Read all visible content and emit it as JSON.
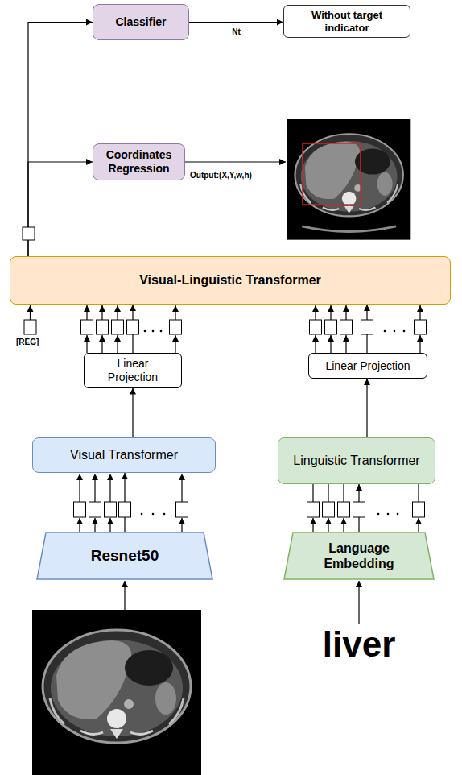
{
  "diagram": {
    "nodes": [
      {
        "text": [
          "Classifier"
        ]
      },
      {
        "text": [
          "Without target indicator"
        ]
      },
      {
        "text": [
          "Coordinates Regression"
        ]
      },
      {
        "text": [
          "Visual-Linguistic Transformer"
        ]
      },
      {
        "text": [
          "Linear Projection"
        ]
      },
      {
        "text": [
          "Linear Projection"
        ]
      },
      {
        "text": [
          "Visual Transformer"
        ]
      },
      {
        "text": [
          "Linguistic Transformer"
        ]
      },
      {
        "text": [
          "Resnet50"
        ]
      },
      {
        "text": [
          "Language Embedding"
        ]
      }
    ],
    "edges": [
      {
        "from": 3,
        "to": 0,
        "arrow": "to"
      },
      {
        "from": 3,
        "to": 2,
        "arrow": "to"
      },
      {
        "from": 0,
        "to": 1,
        "arrow": "to",
        "label": "Nt"
      },
      {
        "from": 4,
        "to": 3,
        "arrow": "to"
      },
      {
        "from": 5,
        "to": 3,
        "arrow": "to"
      },
      {
        "from": 6,
        "to": 4,
        "arrow": "to"
      },
      {
        "from": 7,
        "to": 5,
        "arrow": "to"
      },
      {
        "from": 8,
        "to": 6,
        "arrow": "to"
      },
      {
        "from": 9,
        "to": 7,
        "arrow": "to"
      }
    ],
    "labels": [
      "Output:(X,Y,w,h)",
      "[REG]",
      "liver"
    ]
  }
}
